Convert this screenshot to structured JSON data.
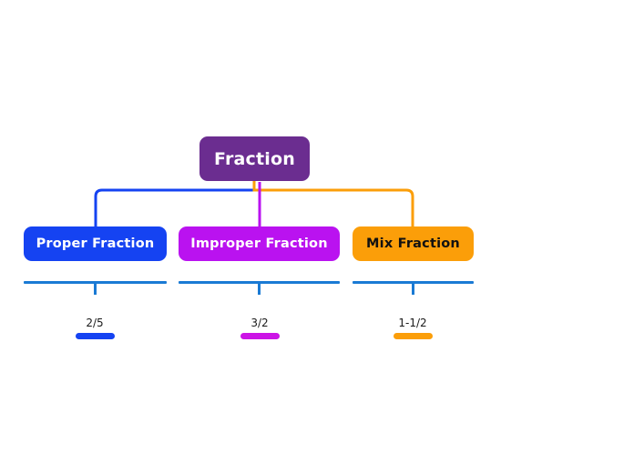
{
  "diagram": {
    "type": "mind-map",
    "title": "Fraction",
    "root": {
      "label": "Fraction",
      "color": "#6b2d90",
      "text_color": "#ffffff"
    },
    "branches": [
      {
        "id": "proper",
        "label": "Proper Fraction",
        "color": "#1543f2",
        "text_color": "#ffffff",
        "connector_color": "#1543f2",
        "example": "2/5",
        "example_bar_color": "#1543f2",
        "rule_color": "#1a7ad4"
      },
      {
        "id": "improper",
        "label": "Improper Fraction",
        "color": "#ba12f0",
        "text_color": "#ffffff",
        "connector_color": "#ba12f0",
        "example": "3/2",
        "example_bar_color": "#cc14e6",
        "rule_color": "#1a7ad4"
      },
      {
        "id": "mix",
        "label": "Mix Fraction",
        "color": "#fb9e09",
        "text_color": "#111111",
        "connector_color": "#fb9e09",
        "example": "1-1/2",
        "example_bar_color": "#fb9e09",
        "rule_color": "#1a7ad4"
      }
    ],
    "background": "#ffffff"
  }
}
